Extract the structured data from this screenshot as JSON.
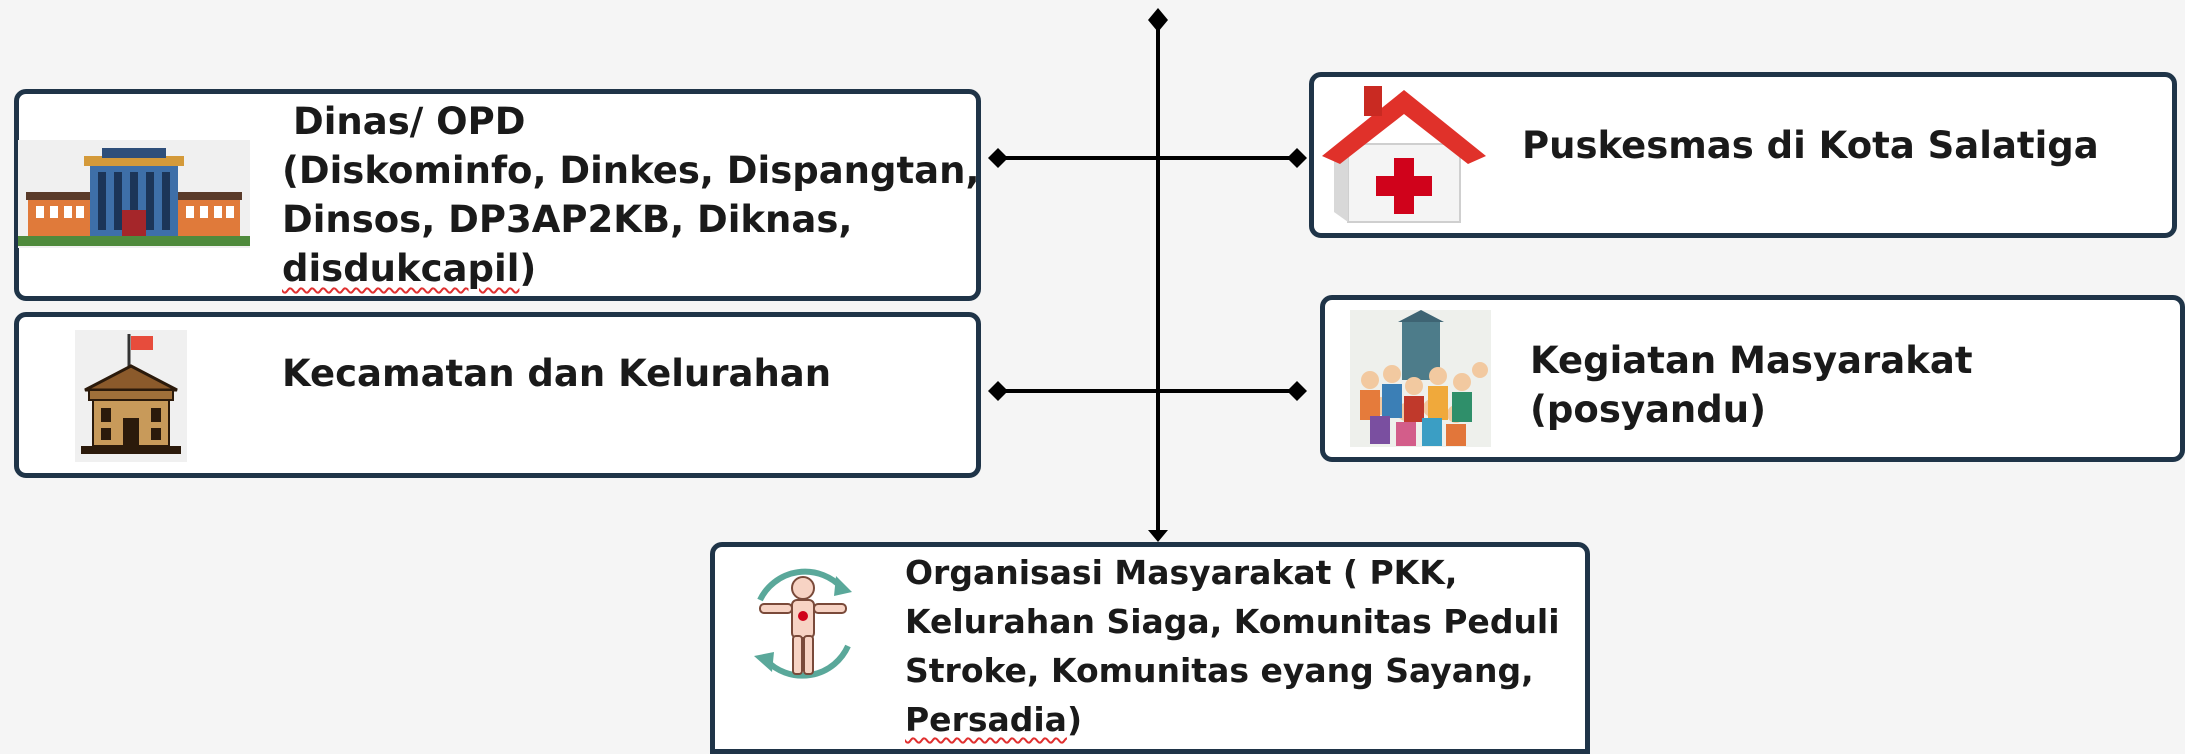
{
  "nodes": {
    "dinas": {
      "line1": "Dinas/ OPD",
      "line2": "(Diskominfo, Dinkes, Dispangtan,",
      "line3": "Dinsos, DP3AP2KB, Diknas,",
      "line4a": "disdukcapil",
      "line4b": ")"
    },
    "kecamatan": {
      "label": "Kecamatan dan Kelurahan"
    },
    "puskesmas": {
      "label": "Puskesmas di Kota Salatiga"
    },
    "kegiatan": {
      "line1": "Kegiatan Masyarakat",
      "line2": "(posyandu)"
    },
    "organisasi": {
      "line1": "Organisasi Masyarakat ( PKK,",
      "line2": "Kelurahan Siaga, Komunitas Peduli",
      "line3": "Stroke, Komunitas eyang Sayang,",
      "line4a": "Persadia",
      "line4b": ")"
    }
  },
  "icons": {
    "dinas": "government-building-icon",
    "kecamatan": "town-hall-icon",
    "puskesmas": "health-house-icon",
    "kegiatan": "community-crowd-icon",
    "organisasi": "human-body-cycle-icon"
  },
  "colors": {
    "border": "#1f3448",
    "connector": "#000000",
    "cross": "#d0021b"
  }
}
